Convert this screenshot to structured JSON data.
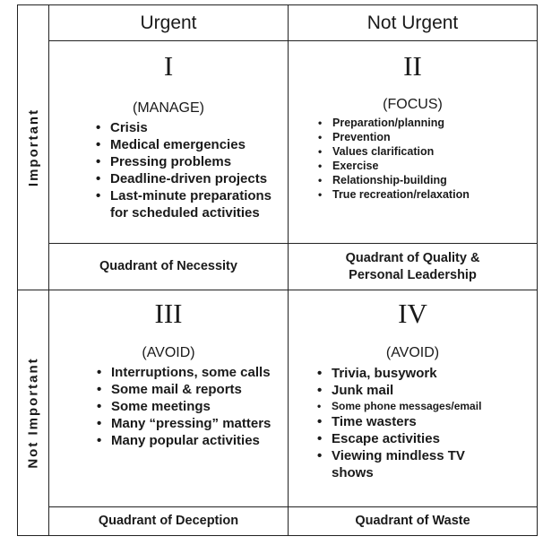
{
  "columns": {
    "urgent": "Urgent",
    "not_urgent": "Not Urgent"
  },
  "rows": {
    "important": "Important",
    "not_important": "Not Important"
  },
  "quadrants": {
    "q1": {
      "numeral": "I",
      "action": "(MANAGE)",
      "items": [
        "Crisis",
        "Medical emergencies",
        "Pressing problems",
        "Deadline-driven projects",
        "Last-minute preparations",
        "for scheduled activities"
      ],
      "footer": "Quadrant of Necessity"
    },
    "q2": {
      "numeral": "II",
      "action": "(FOCUS)",
      "items": [
        "Preparation/planning",
        "Prevention",
        "Values clarification",
        "Exercise",
        "Relationship-building",
        "True recreation/relaxation"
      ],
      "footer_line1": "Quadrant of Quality &",
      "footer_line2": "Personal Leadership"
    },
    "q3": {
      "numeral": "III",
      "action": "(AVOID)",
      "items": [
        "Interruptions, some calls",
        "Some mail & reports",
        "Some meetings",
        "Many “pressing” matters",
        "Many popular activities"
      ],
      "footer": "Quadrant of Deception"
    },
    "q4": {
      "numeral": "IV",
      "action": "(AVOID)",
      "items": [
        "Trivia, busywork",
        "Junk mail",
        "Some phone messages/email",
        "Time wasters",
        "Escape activities",
        "Viewing mindless TV",
        "shows"
      ],
      "footer": "Quadrant of Waste"
    }
  }
}
